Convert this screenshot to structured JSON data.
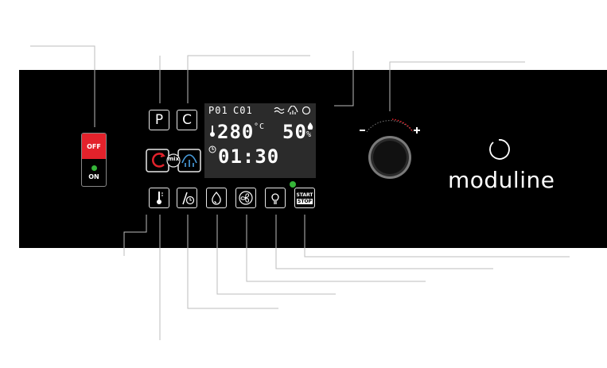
{
  "power_switch": {
    "off_label": "OFF",
    "on_label": "ON"
  },
  "keys": {
    "program_label": "P",
    "clean_label": "C"
  },
  "display": {
    "program_code": "P01",
    "cycle_code": "C01",
    "temperature": "280",
    "temperature_unit": "°C",
    "humidity": "50",
    "humidity_unit": "%",
    "time": "01:30"
  },
  "mode_selector": {
    "mix_label": "mix"
  },
  "start_stop": {
    "start_label": "START",
    "stop_label": "STOP"
  },
  "brand": {
    "name": "moduline"
  },
  "colors": {
    "panel": "#000000",
    "off_red": "#e3222b",
    "led_green": "#35b538",
    "lcd_bg": "#2b2b2b",
    "dial_accent": "#e3222b"
  }
}
